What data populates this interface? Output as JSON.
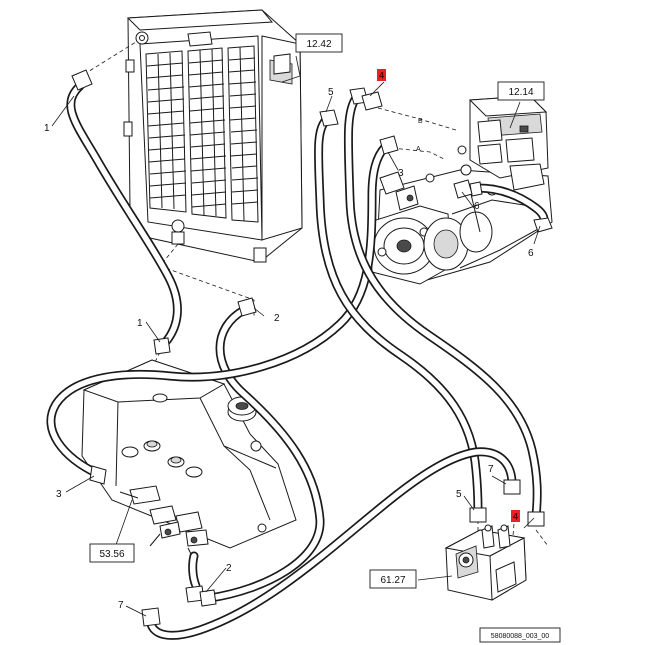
{
  "diagram": {
    "title": "Hydraulic hose routing – radiator, tank, pump and valve",
    "drawing_number": "58080088_003_00",
    "references": [
      {
        "id": "ref-radiator",
        "label": "12.42"
      },
      {
        "id": "ref-pump",
        "label": "12.14"
      },
      {
        "id": "ref-tank",
        "label": "53.56"
      },
      {
        "id": "ref-valve",
        "label": "61.27"
      }
    ],
    "callouts": {
      "c1a": "1",
      "c1b": "1",
      "c2a": "2",
      "c2b": "2",
      "c3a": "3",
      "c3b": "3",
      "c4a": "4",
      "c4b": "4",
      "c5a": "5",
      "c5b": "5",
      "c6a": "6",
      "c6b": "6",
      "c7a": "7",
      "c7b": "7"
    },
    "port_marks": {
      "pB": "B",
      "pA": "A"
    },
    "highlight_color": "#e8202a"
  }
}
